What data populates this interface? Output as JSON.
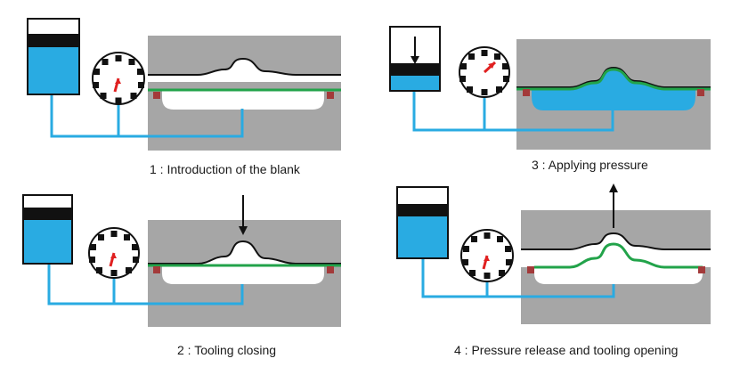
{
  "figure": {
    "steps": [
      {
        "caption": "1 : Introduction of the blank"
      },
      {
        "caption": "2 : Tooling closing"
      },
      {
        "caption": "3 : Applying pressure"
      },
      {
        "caption": "4 : Pressure release and tooling opening"
      }
    ],
    "icons": [
      "fluid-reservoir-icon",
      "pressure-gauge-icon",
      "die-tooling-icon",
      "motion-arrow-icon"
    ],
    "colors": {
      "fluid": "#29abe2",
      "blank": "#22a34a",
      "die": "#a6a6a6",
      "seal": "#a33a3a",
      "needle": "#e02020",
      "outline": "#111111"
    }
  }
}
